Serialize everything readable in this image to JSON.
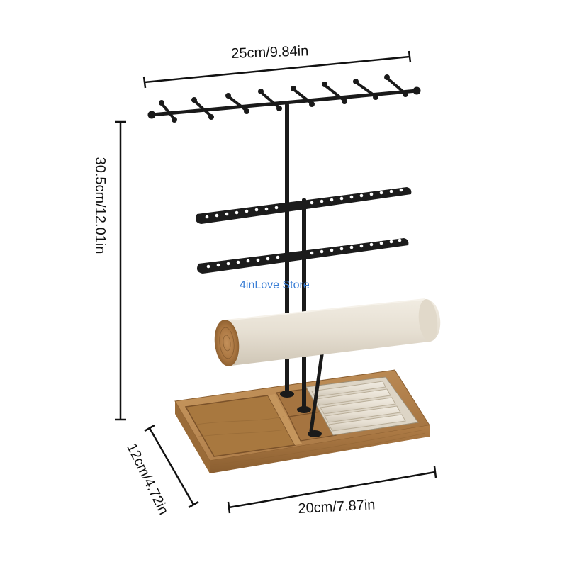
{
  "dimensions": {
    "width_label": "25cm/9.84in",
    "height_label": "30.5cm/12.01in",
    "depth_label": "12cm/4.72in",
    "base_width_label": "20cm/7.87in"
  },
  "watermark": {
    "text": "4inLove Store",
    "color": "#3b7fd6"
  },
  "colors": {
    "metal": "#1a1a1a",
    "wood": "#b98a52",
    "wood_dark": "#8e6333",
    "velvet": "#e8e2d6",
    "dimension_line": "#111111"
  }
}
